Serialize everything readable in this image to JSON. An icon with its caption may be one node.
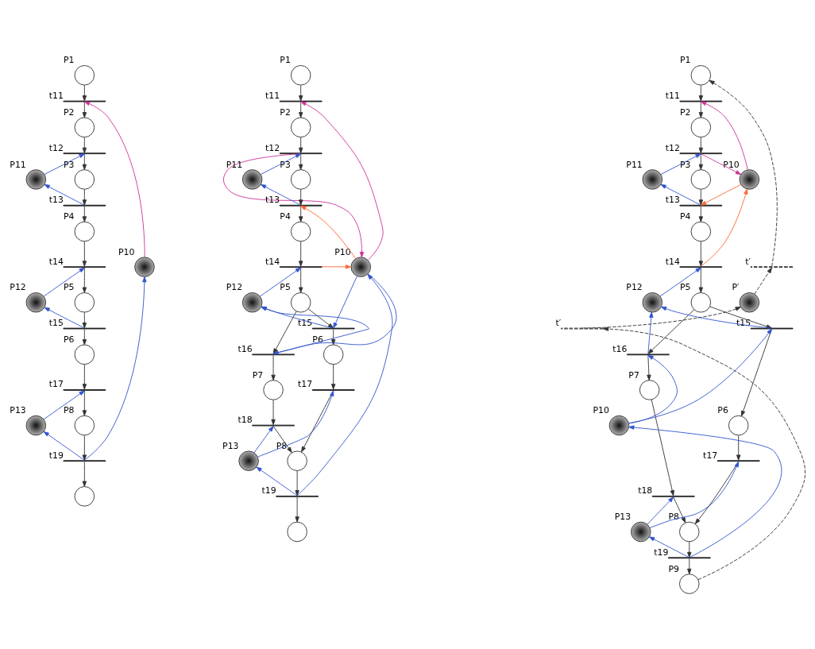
{
  "diagram": {
    "nodes": [
      {
        "text": [],
        "shape": "circle",
        "beside": [
          "P1"
        ]
      },
      {
        "text": [],
        "shape": "bar",
        "beside": [
          "t11"
        ]
      },
      {
        "text": [],
        "shape": "circle",
        "beside": [
          "P2"
        ]
      },
      {
        "text": [],
        "shape": "bar",
        "beside": [
          "t12"
        ]
      },
      {
        "text": [],
        "shape": "circle",
        "beside": [
          "P3"
        ]
      },
      {
        "text": [],
        "shape": "bar",
        "beside": [
          "t13"
        ]
      },
      {
        "text": [],
        "shape": "circle",
        "beside": [
          "P4"
        ]
      },
      {
        "text": [],
        "shape": "bar",
        "beside": [
          "t14"
        ]
      },
      {
        "text": [],
        "shape": "circle",
        "beside": [
          "P5"
        ]
      },
      {
        "text": [],
        "shape": "bar",
        "beside": [
          "t15"
        ]
      },
      {
        "text": [],
        "shape": "circle",
        "beside": [
          "P6"
        ]
      },
      {
        "text": [],
        "shape": "bar",
        "beside": [
          "t17"
        ]
      },
      {
        "text": [],
        "shape": "circle",
        "beside": [
          "P8"
        ]
      },
      {
        "text": [],
        "shape": "bar",
        "beside": [
          "t19"
        ]
      },
      {
        "text": [],
        "shape": "circle"
      },
      {
        "text": [],
        "shape": "token",
        "beside": [
          "P11"
        ]
      },
      {
        "text": [],
        "shape": "token",
        "beside": [
          "P12"
        ]
      },
      {
        "text": [],
        "shape": "token",
        "beside": [
          "P13"
        ]
      },
      {
        "text": [],
        "shape": "token",
        "beside": [
          "P10"
        ]
      },
      {
        "text": [],
        "shape": "circle",
        "beside": [
          "P1"
        ]
      },
      {
        "text": [],
        "shape": "bar",
        "beside": [
          "t11"
        ]
      },
      {
        "text": [],
        "shape": "circle",
        "beside": [
          "P2"
        ]
      },
      {
        "text": [],
        "shape": "bar",
        "beside": [
          "t12"
        ]
      },
      {
        "text": [],
        "shape": "circle",
        "beside": [
          "P3"
        ]
      },
      {
        "text": [],
        "shape": "bar",
        "beside": [
          "t13"
        ]
      },
      {
        "text": [],
        "shape": "circle",
        "beside": [
          "P4"
        ]
      },
      {
        "text": [],
        "shape": "bar",
        "beside": [
          "t14"
        ]
      },
      {
        "text": [],
        "shape": "circle",
        "beside": [
          "P5"
        ]
      },
      {
        "text": [],
        "shape": "bar",
        "beside": [
          "t15"
        ]
      },
      {
        "text": [],
        "shape": "bar",
        "beside": [
          "t16"
        ]
      },
      {
        "text": [],
        "shape": "circle",
        "beside": [
          "P6"
        ]
      },
      {
        "text": [],
        "shape": "circle",
        "beside": [
          "P7"
        ]
      },
      {
        "text": [],
        "shape": "bar",
        "beside": [
          "t17"
        ]
      },
      {
        "text": [],
        "shape": "bar",
        "beside": [
          "t18"
        ]
      },
      {
        "text": [],
        "shape": "circle",
        "beside": [
          "P8"
        ]
      },
      {
        "text": [],
        "shape": "bar",
        "beside": [
          "t19"
        ]
      },
      {
        "text": [],
        "shape": "circle"
      },
      {
        "text": [],
        "shape": "token",
        "beside": [
          "P11"
        ]
      },
      {
        "text": [],
        "shape": "token",
        "beside": [
          "P12"
        ]
      },
      {
        "text": [],
        "shape": "token",
        "beside": [
          "P13"
        ]
      },
      {
        "text": [],
        "shape": "token",
        "beside": [
          "P10"
        ]
      },
      {
        "text": [],
        "shape": "circle",
        "beside": [
          "P1"
        ]
      },
      {
        "text": [],
        "shape": "bar",
        "beside": [
          "t11"
        ]
      },
      {
        "text": [],
        "shape": "circle",
        "beside": [
          "P2"
        ]
      },
      {
        "text": [],
        "shape": "bar",
        "beside": [
          "t12"
        ]
      },
      {
        "text": [],
        "shape": "circle",
        "beside": [
          "P3"
        ]
      },
      {
        "text": [],
        "shape": "bar",
        "beside": [
          "t13"
        ]
      },
      {
        "text": [],
        "shape": "circle",
        "beside": [
          "P4"
        ]
      },
      {
        "text": [],
        "shape": "bar",
        "beside": [
          "t14"
        ]
      },
      {
        "text": [],
        "shape": "circle",
        "beside": [
          "P5"
        ]
      },
      {
        "text": [],
        "shape": "bar",
        "beside": [
          "t15"
        ]
      },
      {
        "text": [],
        "shape": "bar",
        "beside": [
          "t16"
        ]
      },
      {
        "text": [],
        "shape": "circle",
        "beside": [
          "P6"
        ]
      },
      {
        "text": [],
        "shape": "circle",
        "beside": [
          "P7"
        ]
      },
      {
        "text": [],
        "shape": "bar",
        "beside": [
          "t17"
        ]
      },
      {
        "text": [],
        "shape": "bar",
        "beside": [
          "t18"
        ]
      },
      {
        "text": [],
        "shape": "circle",
        "beside": [
          "P8"
        ]
      },
      {
        "text": [],
        "shape": "bar",
        "beside": [
          "t19"
        ]
      },
      {
        "text": [],
        "shape": "circle",
        "beside": [
          "P9"
        ]
      },
      {
        "text": [],
        "shape": "token",
        "beside": [
          "P11"
        ]
      },
      {
        "text": [],
        "shape": "token",
        "beside": [
          "P10"
        ]
      },
      {
        "text": [],
        "shape": "token",
        "beside": [
          "P12"
        ]
      },
      {
        "text": [],
        "shape": "token",
        "beside": [
          "P10"
        ]
      },
      {
        "text": [],
        "shape": "token",
        "beside": [
          "P13"
        ]
      },
      {
        "text": [],
        "shape": "bar",
        "beside": [
          "t′"
        ]
      },
      {
        "text": [],
        "shape": "token",
        "beside": [
          "P′"
        ]
      },
      {
        "text": [],
        "shape": "bar",
        "beside": [
          "t′"
        ]
      }
    ],
    "edges": [
      {
        "from": 0,
        "to": 1,
        "arrow": "to"
      },
      {
        "from": 1,
        "to": 2,
        "arrow": "to"
      },
      {
        "from": 2,
        "to": 3,
        "arrow": "to"
      },
      {
        "from": 3,
        "to": 4,
        "arrow": "to"
      },
      {
        "from": 4,
        "to": 5,
        "arrow": "to"
      },
      {
        "from": 5,
        "to": 6,
        "arrow": "to"
      },
      {
        "from": 6,
        "to": 7,
        "arrow": "to"
      },
      {
        "from": 7,
        "to": 8,
        "arrow": "to"
      },
      {
        "from": 8,
        "to": 9,
        "arrow": "to"
      },
      {
        "from": 9,
        "to": 10,
        "arrow": "to"
      },
      {
        "from": 10,
        "to": 11,
        "arrow": "to"
      },
      {
        "from": 11,
        "to": 12,
        "arrow": "to"
      },
      {
        "from": 12,
        "to": 13,
        "arrow": "to"
      },
      {
        "from": 13,
        "to": 14,
        "arrow": "to"
      },
      {
        "from": 15,
        "to": 3,
        "arrow": "to",
        "color": "#3355cc"
      },
      {
        "from": 5,
        "to": 15,
        "arrow": "to",
        "color": "#3355cc"
      },
      {
        "from": 16,
        "to": 7,
        "arrow": "to",
        "color": "#3355cc"
      },
      {
        "from": 9,
        "to": 16,
        "arrow": "to",
        "color": "#3355cc"
      },
      {
        "from": 17,
        "to": 11,
        "arrow": "to",
        "color": "#3355cc"
      },
      {
        "from": 13,
        "to": 17,
        "arrow": "to",
        "color": "#3355cc"
      },
      {
        "from": 18,
        "to": 1,
        "arrow": "to",
        "color": "#cc3399"
      },
      {
        "from": 13,
        "to": 18,
        "arrow": "to",
        "color": "#3355cc"
      },
      {
        "from": 19,
        "to": 20,
        "arrow": "to"
      },
      {
        "from": 20,
        "to": 21,
        "arrow": "to"
      },
      {
        "from": 21,
        "to": 22,
        "arrow": "to"
      },
      {
        "from": 22,
        "to": 23,
        "arrow": "to"
      },
      {
        "from": 23,
        "to": 24,
        "arrow": "to"
      },
      {
        "from": 24,
        "to": 25,
        "arrow": "to"
      },
      {
        "from": 25,
        "to": 26,
        "arrow": "to"
      },
      {
        "from": 26,
        "to": 27,
        "arrow": "to"
      },
      {
        "from": 27,
        "to": 28,
        "arrow": "to"
      },
      {
        "from": 27,
        "to": 29,
        "arrow": "to"
      },
      {
        "from": 28,
        "to": 30,
        "arrow": "to"
      },
      {
        "from": 29,
        "to": 31,
        "arrow": "to"
      },
      {
        "from": 30,
        "to": 32,
        "arrow": "to"
      },
      {
        "from": 31,
        "to": 33,
        "arrow": "to"
      },
      {
        "from": 32,
        "to": 34,
        "arrow": "to"
      },
      {
        "from": 33,
        "to": 34,
        "arrow": "to"
      },
      {
        "from": 34,
        "to": 35,
        "arrow": "to"
      },
      {
        "from": 35,
        "to": 36,
        "arrow": "to"
      },
      {
        "from": 37,
        "to": 22,
        "arrow": "to",
        "color": "#3355cc"
      },
      {
        "from": 24,
        "to": 37,
        "arrow": "to",
        "color": "#3355cc"
      },
      {
        "from": 38,
        "to": 26,
        "arrow": "to",
        "color": "#3355cc"
      },
      {
        "from": 28,
        "to": 38,
        "arrow": "to",
        "color": "#3355cc"
      },
      {
        "from": 29,
        "to": 38,
        "arrow": "to",
        "color": "#3355cc"
      },
      {
        "from": 39,
        "to": 32,
        "arrow": "to",
        "color": "#3355cc"
      },
      {
        "from": 39,
        "to": 33,
        "arrow": "to",
        "color": "#3355cc"
      },
      {
        "from": 35,
        "to": 39,
        "arrow": "to",
        "color": "#3355cc"
      },
      {
        "from": 40,
        "to": 20,
        "arrow": "to",
        "color": "#cc3399"
      },
      {
        "from": 22,
        "to": 40,
        "arrow": "to",
        "color": "#cc3399"
      },
      {
        "from": 40,
        "to": 24,
        "arrow": "to",
        "color": "#ff6633"
      },
      {
        "from": 26,
        "to": 40,
        "arrow": "to",
        "color": "#ff6633"
      },
      {
        "from": 40,
        "to": 28,
        "arrow": "to",
        "color": "#3355cc"
      },
      {
        "from": 40,
        "to": 29,
        "arrow": "to",
        "color": "#3355cc"
      },
      {
        "from": 35,
        "to": 40,
        "arrow": "to",
        "color": "#3355cc"
      },
      {
        "from": 41,
        "to": 42,
        "arrow": "to"
      },
      {
        "from": 42,
        "to": 43,
        "arrow": "to"
      },
      {
        "from": 43,
        "to": 44,
        "arrow": "to"
      },
      {
        "from": 44,
        "to": 45,
        "arrow": "to"
      },
      {
        "from": 45,
        "to": 46,
        "arrow": "to"
      },
      {
        "from": 46,
        "to": 47,
        "arrow": "to"
      },
      {
        "from": 47,
        "to": 48,
        "arrow": "to"
      },
      {
        "from": 48,
        "to": 49,
        "arrow": "to"
      },
      {
        "from": 49,
        "to": 50,
        "arrow": "to"
      },
      {
        "from": 49,
        "to": 51,
        "arrow": "to"
      },
      {
        "from": 50,
        "to": 52,
        "arrow": "to"
      },
      {
        "from": 51,
        "to": 53,
        "arrow": "to"
      },
      {
        "from": 52,
        "to": 54,
        "arrow": "to"
      },
      {
        "from": 53,
        "to": 55,
        "arrow": "to"
      },
      {
        "from": 54,
        "to": 56,
        "arrow": "to"
      },
      {
        "from": 55,
        "to": 56,
        "arrow": "to"
      },
      {
        "from": 56,
        "to": 57,
        "arrow": "to"
      },
      {
        "from": 57,
        "to": 58,
        "arrow": "to"
      },
      {
        "from": 59,
        "to": 44,
        "arrow": "to",
        "color": "#3355cc"
      },
      {
        "from": 46,
        "to": 59,
        "arrow": "to",
        "color": "#3355cc"
      },
      {
        "from": 60,
        "to": 42,
        "arrow": "to",
        "color": "#cc3399"
      },
      {
        "from": 44,
        "to": 60,
        "arrow": "to",
        "color": "#cc3399"
      },
      {
        "from": 60,
        "to": 46,
        "arrow": "to",
        "color": "#ff6633"
      },
      {
        "from": 48,
        "to": 60,
        "arrow": "to",
        "color": "#ff6633"
      },
      {
        "from": 61,
        "to": 48,
        "arrow": "to",
        "color": "#3355cc"
      },
      {
        "from": 50,
        "to": 61,
        "arrow": "to",
        "color": "#3355cc"
      },
      {
        "from": 51,
        "to": 61,
        "arrow": "to",
        "color": "#3355cc"
      },
      {
        "from": 62,
        "to": 50,
        "arrow": "to",
        "color": "#3355cc"
      },
      {
        "from": 62,
        "to": 51,
        "arrow": "to",
        "color": "#3355cc"
      },
      {
        "from": 57,
        "to": 62,
        "arrow": "to",
        "color": "#3355cc"
      },
      {
        "from": 63,
        "to": 54,
        "arrow": "to",
        "color": "#3355cc"
      },
      {
        "from": 63,
        "to": 55,
        "arrow": "to",
        "color": "#3355cc"
      },
      {
        "from": 57,
        "to": 63,
        "arrow": "to",
        "color": "#3355cc"
      },
      {
        "from": 58,
        "to": 66,
        "arrow": "to",
        "style": "dashed"
      },
      {
        "from": 66,
        "to": 65,
        "arrow": "to",
        "style": "dashed"
      },
      {
        "from": 65,
        "to": 64,
        "arrow": "to",
        "style": "dashed"
      },
      {
        "from": 64,
        "to": 41,
        "arrow": "to",
        "style": "dashed"
      }
    ]
  }
}
